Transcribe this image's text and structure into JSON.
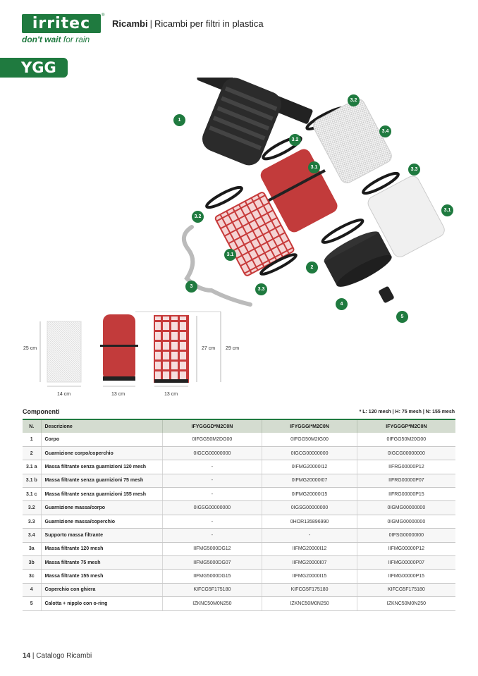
{
  "header": {
    "logo": "irritec",
    "tagline_bold": "don't wait",
    "tagline_rest": "for rain",
    "section": "Ricambi",
    "separator": "|",
    "subtitle": "Ricambi per filtri in plastica"
  },
  "model_tab": "YGG",
  "badges": [
    "1",
    "2",
    "3",
    "3.1",
    "3.2",
    "3.3",
    "3.4",
    "4",
    "5"
  ],
  "dimensions": {
    "a_height": "25 cm",
    "a_width": "14 cm",
    "b_width": "13 cm",
    "c_width": "13 cm",
    "c_height": "27 cm",
    "total_height": "29 cm"
  },
  "components": {
    "title": "Componenti",
    "note": "* L: 120 mesh | H: 75 mesh | N: 155 mesh",
    "columns": [
      "N.",
      "Descrizione",
      "IFYGGGD*M2C0N",
      "IFYGGGI*M2C0N",
      "IFYGGGP*M2C0N"
    ],
    "rows": [
      [
        "1",
        "Corpo",
        "0IFGG50M2DG00",
        "0IFGG50M2IG00",
        "0IFGG50M20G00"
      ],
      [
        "2",
        "Guarnizione corpo/coperchio",
        "0IGCG00000000",
        "0IGCG00000000",
        "0IGCG00000000"
      ],
      [
        "3.1 a",
        "Massa filtrante senza guarnizioni 120 mesh",
        "-",
        "0IFMG20000I12",
        "IIFRG00000P12"
      ],
      [
        "3.1 b",
        "Massa filtrante senza guarnizioni 75 mesh",
        "-",
        "0IFMG20000I07",
        "IIFRG00000P07"
      ],
      [
        "3.1 c",
        "Massa filtrante senza guarnizioni 155 mesh",
        "-",
        "0IFMG20000I15",
        "IIFRG00000P15"
      ],
      [
        "3.2",
        "Guarnizione massa/corpo",
        "0IGSG00000000",
        "0IGSG00000000",
        "0IGMG00000000"
      ],
      [
        "3.3",
        "Guarnizione massa/coperchio",
        "-",
        "0HOR135896990",
        "0IGMG00000000"
      ],
      [
        "3.4",
        "Supporto massa filtrante",
        "-",
        "-",
        "0IFSG00000I00"
      ],
      [
        "3a",
        "Massa filtrante 120 mesh",
        "IIFMG5000DG12",
        "IIFMG20000I12",
        "IIFMG00000P12"
      ],
      [
        "3b",
        "Massa filtrante 75 mesh",
        "IIFMG5000DG07",
        "IIFMG20000I07",
        "IIFMG00000P07"
      ],
      [
        "3c",
        "Massa filtrante 155 mesh",
        "IIFMG5000DG15",
        "IIFMG20000I15",
        "IIFMG00000P15"
      ],
      [
        "4",
        "Coperchio con ghiera",
        "KIFCG5F175180",
        "KIFCG5F175180",
        "KIFCG5F175180"
      ],
      [
        "5",
        "Calotta + nipplo con o-ring",
        "IZKNC50M0N250",
        "IZKNC50M0N250",
        "IZKNC50M0N250"
      ]
    ]
  },
  "footer": {
    "page": "14",
    "separator": "|",
    "label": "Catalogo Ricambi"
  }
}
